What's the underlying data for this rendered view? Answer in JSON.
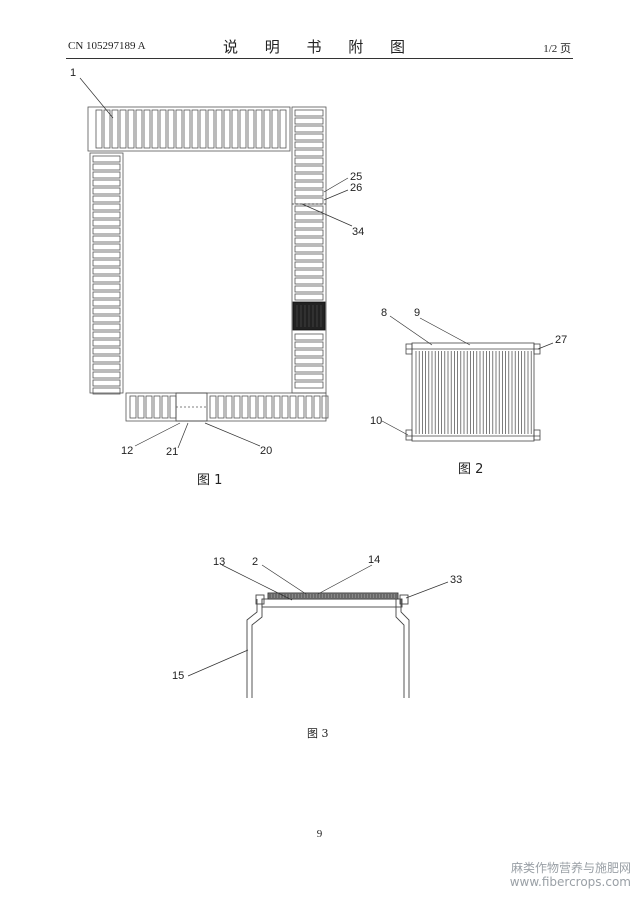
{
  "header": {
    "doc_number": "CN 105297189 A",
    "title": "说 明 书 附 图",
    "page_of": "1/2 页"
  },
  "figure1": {
    "caption": "图 1",
    "labels": [
      "1",
      "25",
      "26",
      "34",
      "12",
      "21",
      "20"
    ]
  },
  "figure2": {
    "caption": "图 2",
    "labels": [
      "8",
      "9",
      "27",
      "10"
    ]
  },
  "figure3": {
    "caption": "图 3",
    "labels": [
      "13",
      "2",
      "14",
      "33",
      "15"
    ]
  },
  "page_number": "9",
  "watermark": {
    "line1": "麻类作物营养与施肥网",
    "line2": "www.fibercrops.com"
  }
}
